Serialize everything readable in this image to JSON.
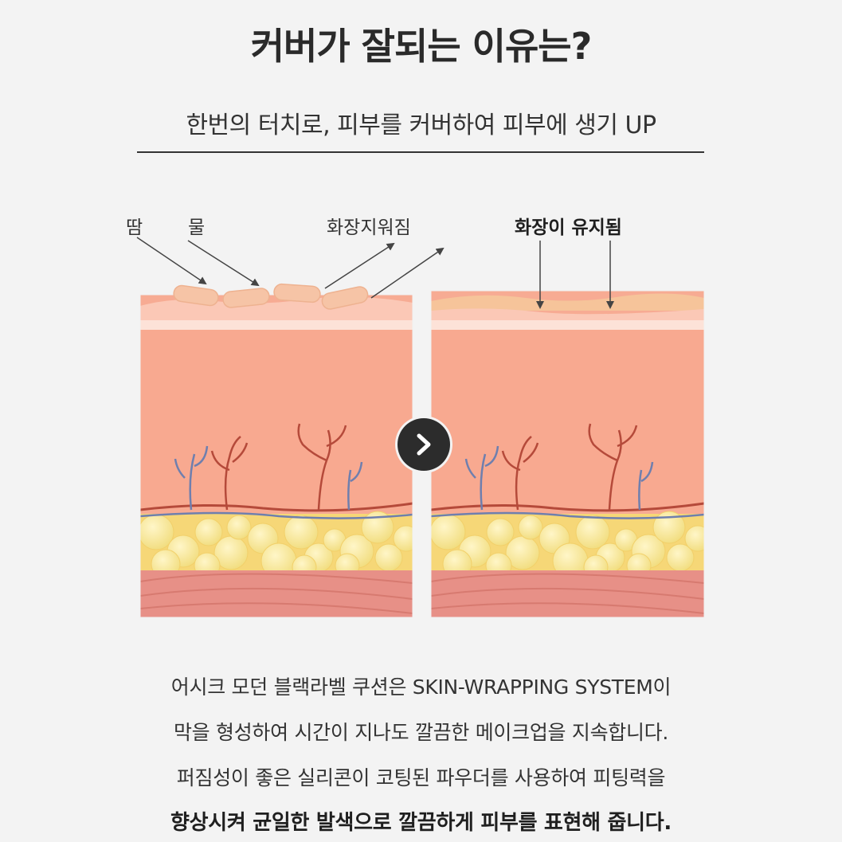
{
  "header": {
    "title": "커버가 잘되는 이유는?",
    "subtitle": "한번의 터치로, 피부를 커버하여 피부에 생기 UP"
  },
  "diagram": {
    "labels": {
      "sweat": "땀",
      "water": "물",
      "makeup_removed": "화장지워짐",
      "makeup_kept": "화장이 유지됨"
    },
    "next_icon": "chevron-right-icon"
  },
  "description": {
    "lines": [
      "어시크 모던  블랙라벨 쿠션은 SKIN-WRAPPING SYSTEM이",
      "막을 형성하여 시간이 지나도 깔끔한 메이크업을 지속합니다.",
      "퍼짐성이 좋은 실리콘이 코팅된 파우더를 사용하여 피팅력을"
    ],
    "emphasis": "향상시켜 균일한 발색으로 깔끔하게 피부를 표현해 줍니다."
  }
}
